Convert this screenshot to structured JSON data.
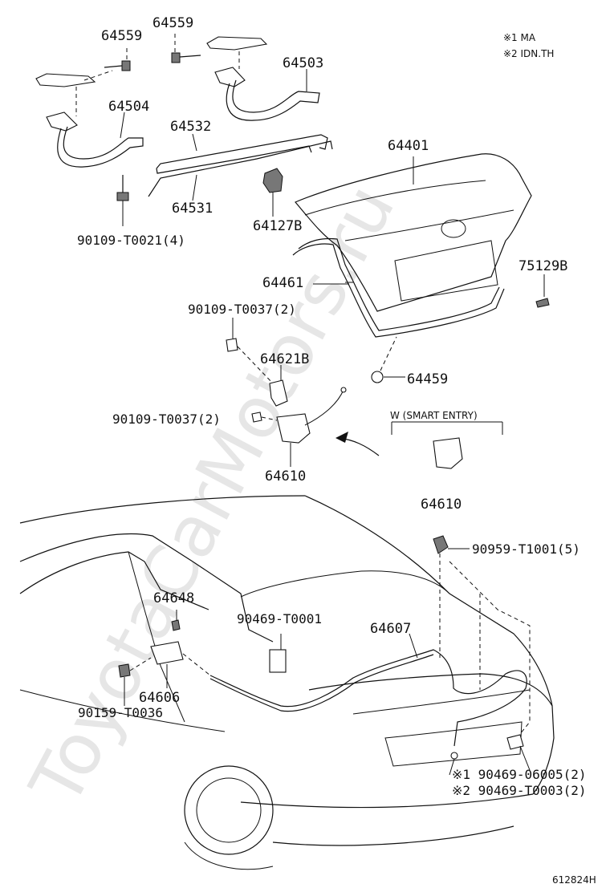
{
  "notes": {
    "ma": "※1 MA",
    "idnth": "※2 IDN.TH"
  },
  "labels": {
    "p64559_a": "64559",
    "p64559_b": "64559",
    "p64503": "64503",
    "p64504": "64504",
    "p64532": "64532",
    "p64531": "64531",
    "p64127b": "64127B",
    "p64401": "64401",
    "p90109_t0021": "90109-T0021(4)",
    "p64461": "64461",
    "p75129b": "75129B",
    "p90109_t0037_a": "90109-T0037(2)",
    "p64621b": "64621B",
    "p64459": "64459",
    "p90109_t0037_b": "90109-T0037(2)",
    "p64610_a": "64610",
    "smart_entry": "W (SMART ENTRY)",
    "p64610_b": "64610",
    "p90959_t1001": "90959-T1001(5)",
    "p64648": "64648",
    "p90469_t0001": "90469-T0001",
    "p64607": "64607",
    "p64606": "64606",
    "p90159_t0036": "90159-T0036",
    "p90469_06005": "※1 90469-06005(2)",
    "p90469_t0003": "※2 90469-T0003(2)"
  },
  "watermark": "ToyotaCarMotors.ru",
  "diagram_id": "612824H"
}
